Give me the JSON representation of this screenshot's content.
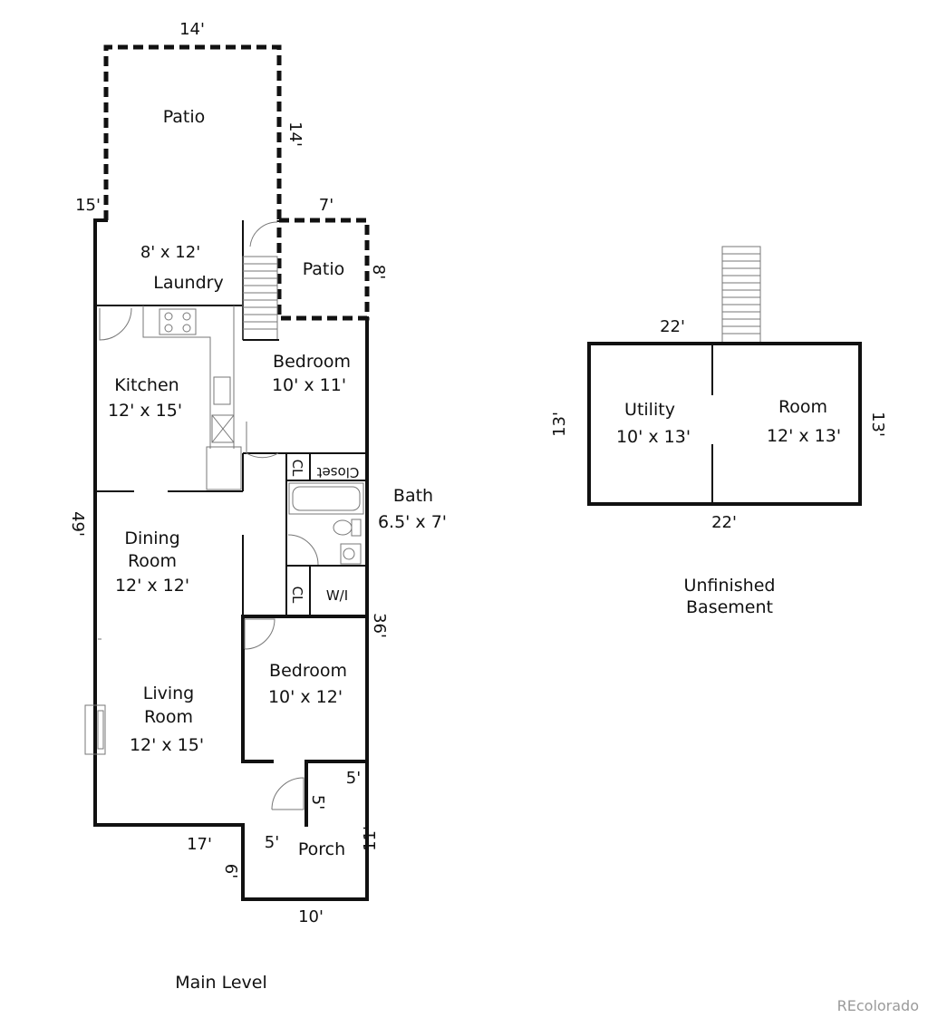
{
  "main_level": {
    "caption": "Main Level",
    "patio_large": {
      "label": "Patio",
      "width": "14'",
      "depth": "14'",
      "side": "15'"
    },
    "patio_small": {
      "label": "Patio",
      "width": "7'",
      "depth": "8'"
    },
    "laundry": {
      "size": "8' x 12'",
      "label": "Laundry"
    },
    "kitchen": {
      "label": "Kitchen",
      "size": "12' x 15'"
    },
    "bedroom_1": {
      "label": "Bedroom",
      "size": "10' x 11'"
    },
    "closet": {
      "label": "Closet",
      "cl1": "CL",
      "cl2": "CL",
      "walkin": "W/I"
    },
    "bath": {
      "label": "Bath",
      "size": "6.5' x 7'"
    },
    "dining": {
      "label_1": "Dining",
      "label_2": "Room",
      "size": "12' x 12'"
    },
    "living": {
      "label_1": "Living",
      "label_2": "Room",
      "size": "12' x 15'"
    },
    "bedroom_2": {
      "label": "Bedroom",
      "size": "10' x 12'"
    },
    "porch": {
      "label": "Porch",
      "width": "10'",
      "depth": "11'",
      "side": "6'",
      "inner": "5'"
    },
    "dims": {
      "left": "49'",
      "right": "36'",
      "bottom": "17'",
      "entry_w": "5'",
      "entry_h": "5'"
    }
  },
  "basement": {
    "caption_1": "Unfinished",
    "caption_2": "Basement",
    "top": "22'",
    "bottom": "22'",
    "left": "13'",
    "right": "13'",
    "utility": {
      "label": "Utility",
      "size": "10' x 13'"
    },
    "room": {
      "label": "Room",
      "size": "12' x 13'"
    }
  },
  "watermark": "REcolorado"
}
